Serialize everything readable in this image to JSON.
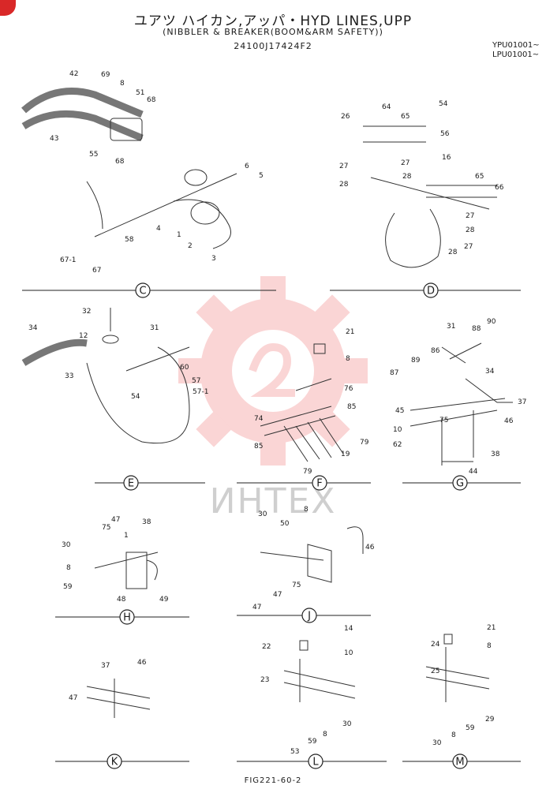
{
  "header": {
    "title": "ユアツ ハイカン,アッパ・HYD LINES,UPP",
    "subtitle": "(NIBBLER & BREAKER(BOOM&ARM SAFETY))",
    "part_code": "24100J17424F2",
    "serial_1": "YPU01001~",
    "serial_2": "LPU01001~"
  },
  "watermark": "ИНТЕХ",
  "footer": {
    "figure": "FIG221-60-2"
  },
  "sections": [
    "C",
    "D",
    "E",
    "F",
    "G",
    "H",
    "J",
    "K",
    "L",
    "M"
  ],
  "callouts": {
    "C": [
      "42",
      "69",
      "8",
      "51",
      "68",
      "43",
      "55",
      "68",
      "6",
      "5",
      "4",
      "1",
      "2",
      "3",
      "58",
      "67-1",
      "67"
    ],
    "D": [
      "54",
      "64",
      "65",
      "26",
      "56",
      "16",
      "27",
      "27",
      "28",
      "28",
      "65",
      "66",
      "27",
      "28",
      "27",
      "28"
    ],
    "E": [
      "32",
      "34",
      "12",
      "31",
      "33",
      "60",
      "57",
      "54",
      "57-1"
    ],
    "F": [
      "21",
      "8",
      "76",
      "85",
      "74",
      "79",
      "85",
      "19",
      "79"
    ],
    "G": [
      "31",
      "88",
      "90",
      "86",
      "89",
      "87",
      "34",
      "37",
      "45",
      "75",
      "46",
      "10",
      "62",
      "38",
      "44"
    ],
    "H": [
      "47",
      "75",
      "38",
      "1",
      "30",
      "8",
      "59",
      "48",
      "49"
    ],
    "J": [
      "30",
      "50",
      "8",
      "46",
      "75",
      "47",
      "47"
    ],
    "K": [
      "37",
      "46",
      "47"
    ],
    "L": [
      "14",
      "22",
      "10",
      "23",
      "30",
      "8",
      "59",
      "53"
    ],
    "M": [
      "21",
      "24",
      "8",
      "25",
      "29",
      "59",
      "30",
      "8"
    ]
  },
  "colors": {
    "watermark": "#f06a6a",
    "badge": "#d92828"
  }
}
